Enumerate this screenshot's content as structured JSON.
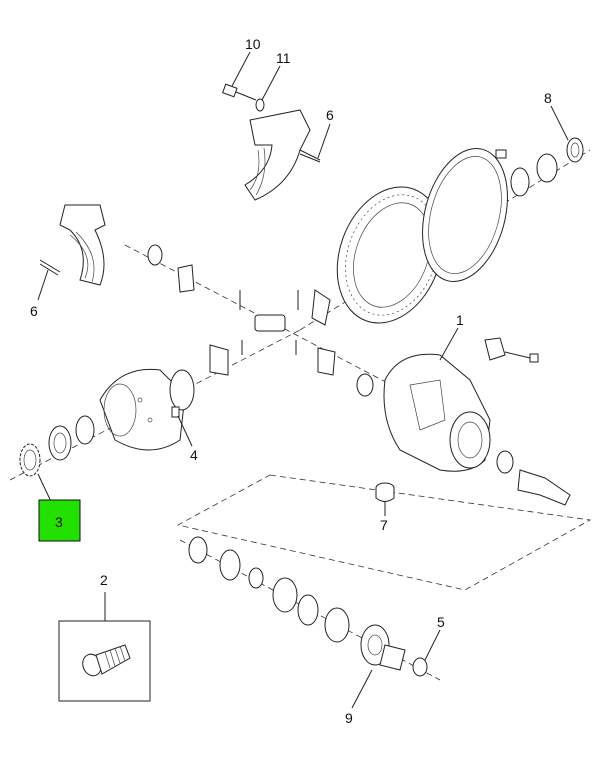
{
  "diagram": {
    "type": "exploded parts diagram - differential assembly",
    "highlight_color": "#22e000",
    "callouts": [
      {
        "id": "c10",
        "label": "10"
      },
      {
        "id": "c11",
        "label": "11"
      },
      {
        "id": "c8",
        "label": "8"
      },
      {
        "id": "c6a",
        "label": "6"
      },
      {
        "id": "c6b",
        "label": "6"
      },
      {
        "id": "c1",
        "label": "1"
      },
      {
        "id": "c4",
        "label": "4"
      },
      {
        "id": "c3",
        "label": "3",
        "highlighted": true
      },
      {
        "id": "c7",
        "label": "7"
      },
      {
        "id": "c2",
        "label": "2"
      },
      {
        "id": "c5",
        "label": "5"
      },
      {
        "id": "c9",
        "label": "9"
      }
    ]
  }
}
